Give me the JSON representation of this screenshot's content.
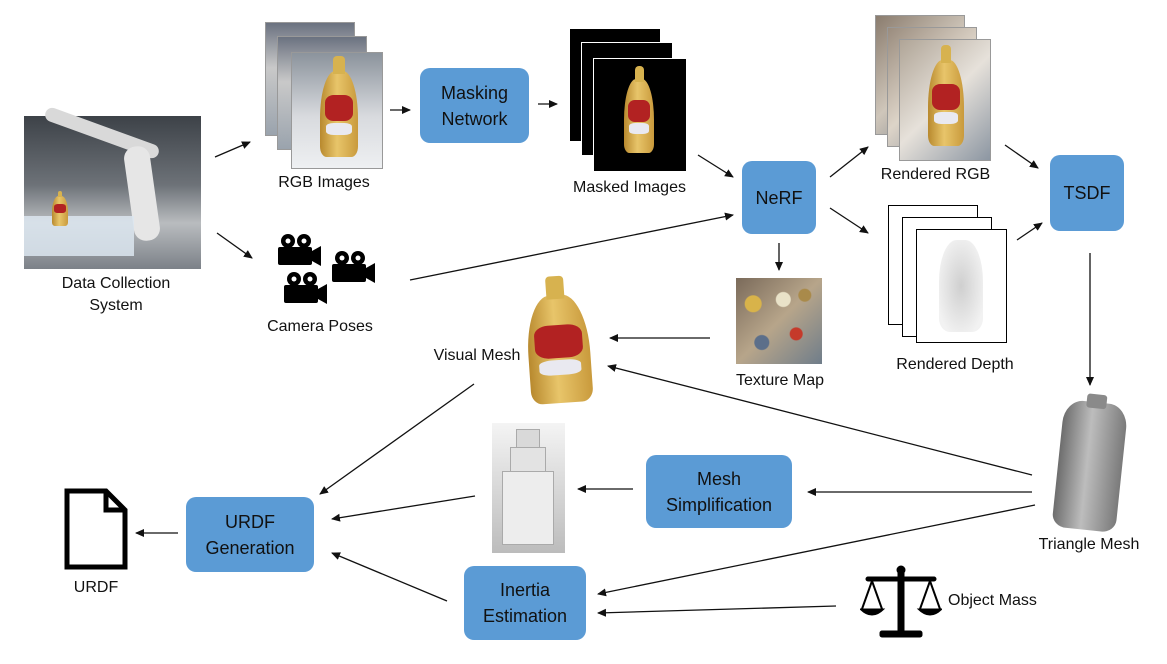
{
  "nodes": {
    "data_collection": "Data Collection\nSystem",
    "rgb_images": "RGB Images",
    "camera_poses": "Camera Poses",
    "masking_network": "Masking\nNetwork",
    "masked_images": "Masked Images",
    "nerf": "NeRF",
    "rendered_rgb": "Rendered RGB",
    "rendered_depth": "Rendered Depth",
    "tsdf": "TSDF",
    "texture_map": "Texture Map",
    "visual_mesh": "Visual Mesh",
    "triangle_mesh": "Triangle Mesh",
    "mesh_simplification": "Mesh\nSimplification",
    "urdf_generation": "URDF\nGeneration",
    "inertia_estimation": "Inertia\nEstimation",
    "object_mass": "Object Mass",
    "urdf": "URDF"
  },
  "colors": {
    "process_box": "#5b9bd5",
    "arrow": "#111111"
  },
  "icons": {
    "camera": "movie-camera-icon",
    "scale": "balance-scale-icon",
    "document": "document-icon"
  }
}
